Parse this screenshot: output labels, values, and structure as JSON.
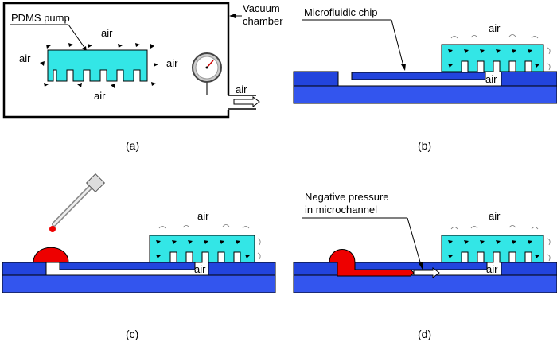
{
  "panels": {
    "a": {
      "caption": "(a)",
      "pump_label": "PDMS pump",
      "chamber_label_1": "Vacuum",
      "chamber_label_2": "chamber",
      "air_labels": [
        "air",
        "air",
        "air",
        "air",
        "air"
      ]
    },
    "b": {
      "caption": "(b)",
      "chip_label": "Microfluidic chip",
      "air_labels": [
        "air",
        "air"
      ]
    },
    "c": {
      "caption": "(c)",
      "air_labels": [
        "air",
        "air"
      ]
    },
    "d": {
      "caption": "(d)",
      "note_1": "Negative pressure",
      "note_2": "in microchannel",
      "air_labels": [
        "air",
        "air"
      ]
    }
  },
  "colors": {
    "pdms_pump": "#33e6e6",
    "chip_substrate": "#3355ee",
    "chip_layer": "#2244dd",
    "liquid": "#ee0000",
    "outline": "#000000",
    "channel_gap": "#ffffff"
  },
  "icons": {
    "gauge": "pressure-gauge-icon",
    "pipette": "pipette-icon",
    "outlet_arrow": "hollow-arrow-icon"
  }
}
